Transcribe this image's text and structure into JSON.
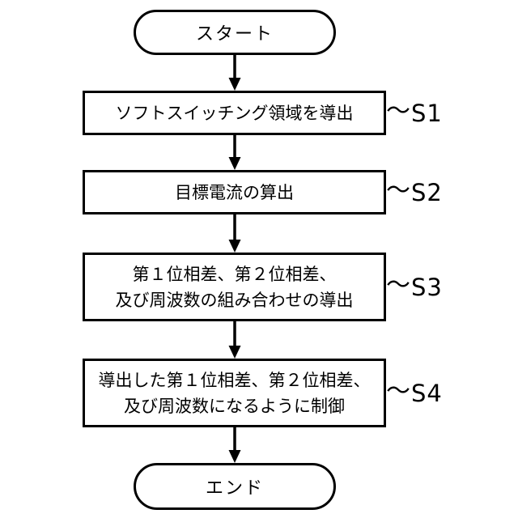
{
  "flowchart": {
    "start": {
      "label": "スタート"
    },
    "end": {
      "label": "エンド"
    },
    "steps": [
      {
        "id": "S1",
        "connector": "〜",
        "lines": [
          "ソフトスイッチング領域を導出"
        ]
      },
      {
        "id": "S2",
        "connector": "〜",
        "lines": [
          "目標電流の算出"
        ]
      },
      {
        "id": "S3",
        "connector": "〜",
        "lines": [
          "第１位相差、第２位相差、",
          "及び周波数の組み合わせの導出"
        ]
      },
      {
        "id": "S4",
        "connector": "〜",
        "lines": [
          "導出した第１位相差、第２位相差、",
          "及び周波数になるように制御"
        ]
      }
    ],
    "colors": {
      "stroke": "#000000",
      "background": "#ffffff",
      "text": "#000000"
    }
  }
}
